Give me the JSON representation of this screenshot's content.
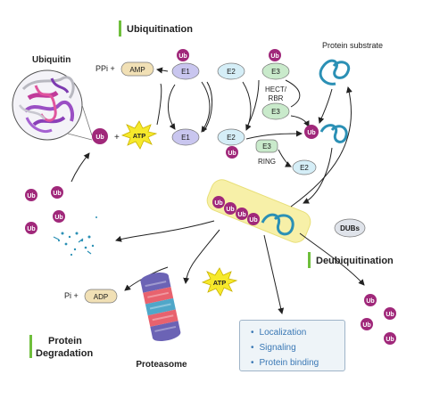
{
  "titles": {
    "ubiquitination": "Ubiquitination",
    "deubiquitination": "Deubiquitination",
    "protein_degradation_line1": "Protein",
    "protein_degradation_line2": "Degradation"
  },
  "labels": {
    "ubiquitin": "Ubiquitin",
    "protein_substrate": "Protein substrate",
    "proteasome": "Proteasome",
    "ppi": "PPi +",
    "pi": "Pi +",
    "amp": "AMP",
    "adp": "ADP",
    "atp": "ATP",
    "plus": "+",
    "hect_rbr_line1": "HECT/",
    "hect_rbr_line2": "RBR",
    "ring": "RING",
    "dubs": "DUBs",
    "e1": "E1",
    "e2": "E2",
    "e3": "E3",
    "ub": "Ub"
  },
  "outcomes": [
    "Localization",
    "Signaling",
    "Protein binding"
  ],
  "colors": {
    "ub_purple": "#a0287a",
    "e1_fill": "#c9c6ef",
    "e2_fill": "#d5eef7",
    "e3_fill": "#c9eacb",
    "amp_fill": "#f1e0b5",
    "atp_fill": "#f6e92b",
    "title_bar": "#6fbf3c",
    "substrate": "#2b90b5",
    "dub_highlight": "#f7f0a8"
  }
}
